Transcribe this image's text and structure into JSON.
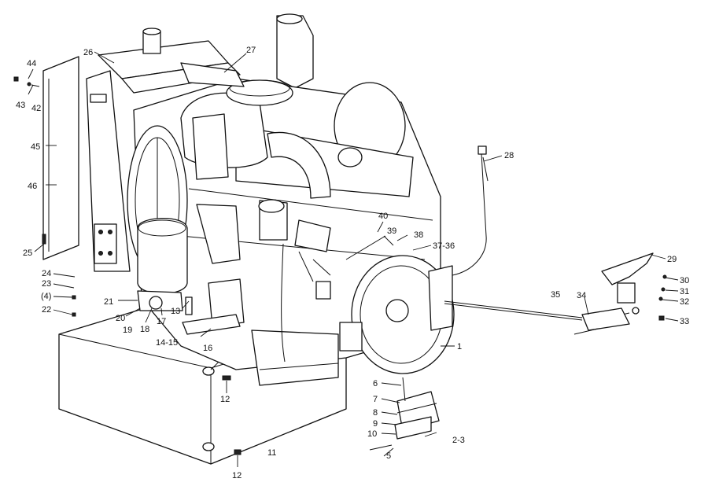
{
  "callouts": [
    {
      "id": "1",
      "text": "1"
    },
    {
      "id": "2-3",
      "text": "2-3"
    },
    {
      "id": "5",
      "text": "5"
    },
    {
      "id": "6",
      "text": "6"
    },
    {
      "id": "7",
      "text": "7"
    },
    {
      "id": "8",
      "text": "8"
    },
    {
      "id": "9",
      "text": "9"
    },
    {
      "id": "10",
      "text": "10"
    },
    {
      "id": "11",
      "text": "11"
    },
    {
      "id": "12a",
      "text": "12"
    },
    {
      "id": "12b",
      "text": "12"
    },
    {
      "id": "13",
      "text": "13"
    },
    {
      "id": "14-15",
      "text": "14-15"
    },
    {
      "id": "16",
      "text": "16"
    },
    {
      "id": "17",
      "text": "17"
    },
    {
      "id": "18",
      "text": "18"
    },
    {
      "id": "19",
      "text": "19"
    },
    {
      "id": "20",
      "text": "20"
    },
    {
      "id": "21",
      "text": "21"
    },
    {
      "id": "22",
      "text": "22"
    },
    {
      "id": "4",
      "text": "(4)"
    },
    {
      "id": "23",
      "text": "23"
    },
    {
      "id": "24",
      "text": "24"
    },
    {
      "id": "25",
      "text": "25"
    },
    {
      "id": "26",
      "text": "26"
    },
    {
      "id": "27",
      "text": "27"
    },
    {
      "id": "28",
      "text": "28"
    },
    {
      "id": "29",
      "text": "29"
    },
    {
      "id": "30",
      "text": "30"
    },
    {
      "id": "31",
      "text": "31"
    },
    {
      "id": "32",
      "text": "32"
    },
    {
      "id": "33",
      "text": "33"
    },
    {
      "id": "34",
      "text": "34"
    },
    {
      "id": "35",
      "text": "35"
    },
    {
      "id": "37-36",
      "text": "37-36"
    },
    {
      "id": "38",
      "text": "38"
    },
    {
      "id": "39",
      "text": "39"
    },
    {
      "id": "40",
      "text": "40"
    },
    {
      "id": "42",
      "text": "42"
    },
    {
      "id": "43",
      "text": "43"
    },
    {
      "id": "44",
      "text": "44"
    },
    {
      "id": "45",
      "text": "45"
    },
    {
      "id": "46",
      "text": "46"
    }
  ]
}
